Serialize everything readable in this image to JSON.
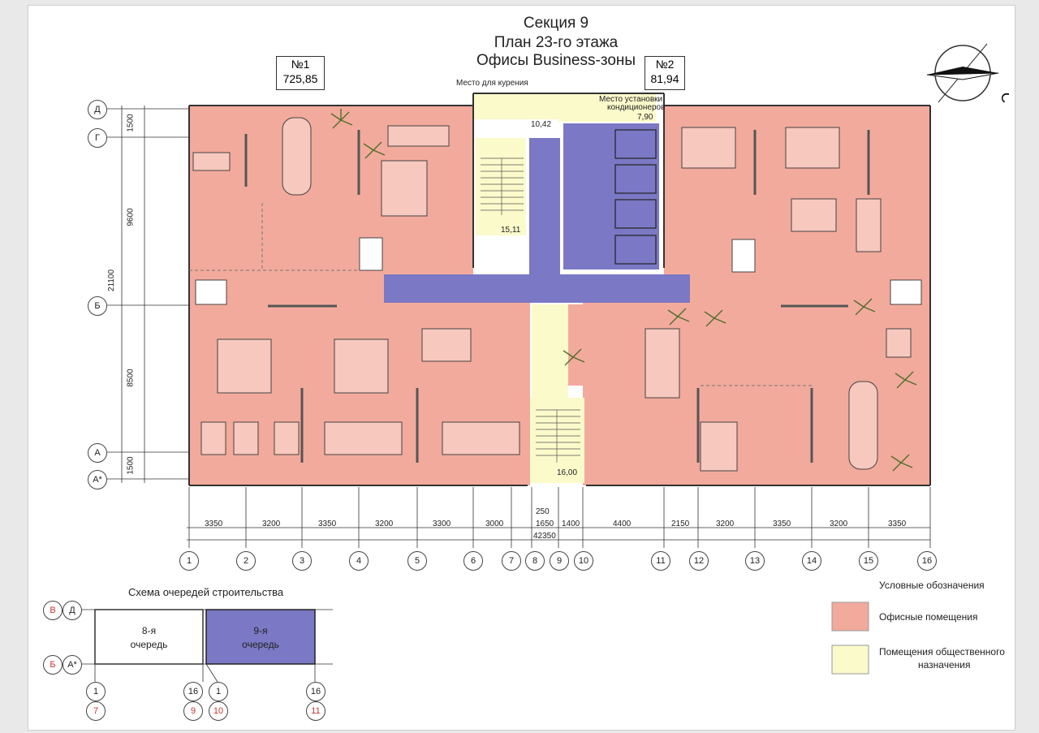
{
  "title": {
    "line1": "Секция 9",
    "line2": "План 23-го этажа",
    "line3": "Офисы Business-зоны"
  },
  "units": [
    {
      "id": "№1",
      "area": "725,85"
    },
    {
      "id": "№2",
      "area": "81,94"
    }
  ],
  "compass": {
    "letter": "С"
  },
  "room_labels": {
    "smoking": "Место для курения",
    "ac_place_1": "Место установки",
    "ac_place_2": "кондиционеров",
    "ac_area": "7,90",
    "area_1042": "10,42",
    "area_1511": "15,11",
    "area_1600": "16,00"
  },
  "axes_letters": [
    "Д",
    "Г",
    "Б",
    "А",
    "А*"
  ],
  "axes_numbers": [
    "1",
    "2",
    "3",
    "4",
    "5",
    "6",
    "7",
    "8",
    "9",
    "10",
    "11",
    "12",
    "13",
    "14",
    "15",
    "16"
  ],
  "vertical_dims": {
    "d1": "1500",
    "d2": "9600",
    "d3": "8500",
    "d4": "1500",
    "total": "21100"
  },
  "horizontal_dims": [
    "3350",
    "3200",
    "3350",
    "3200",
    "3300",
    "3000",
    "1650",
    "1400",
    "4400",
    "2150",
    "3200",
    "3350",
    "3200",
    "3350"
  ],
  "dim_250": "250",
  "dim_total": "42350",
  "scheme": {
    "title": "Схема очередей строительства",
    "left_top_red": "В",
    "left_top": "Д",
    "left_bottom_red": "Б",
    "left_bottom": "А*",
    "queue8_line1": "8-я",
    "queue8_line2": "очередь",
    "queue9_line1": "9-я",
    "queue9_line2": "очередь",
    "bottom": [
      {
        "n": "1",
        "r": "7"
      },
      {
        "n": "16",
        "r": "9"
      },
      {
        "n": "1",
        "r": "10"
      },
      {
        "n": "16",
        "r": "11"
      }
    ]
  },
  "legend": {
    "title": "Условные обозначения",
    "office": "Офисные помещения",
    "public_1": "Помещения общественного",
    "public_2": "назначения"
  },
  "colors": {
    "office": "#f2aa9c",
    "public": "#fafacb",
    "core": "#7b78c5"
  }
}
